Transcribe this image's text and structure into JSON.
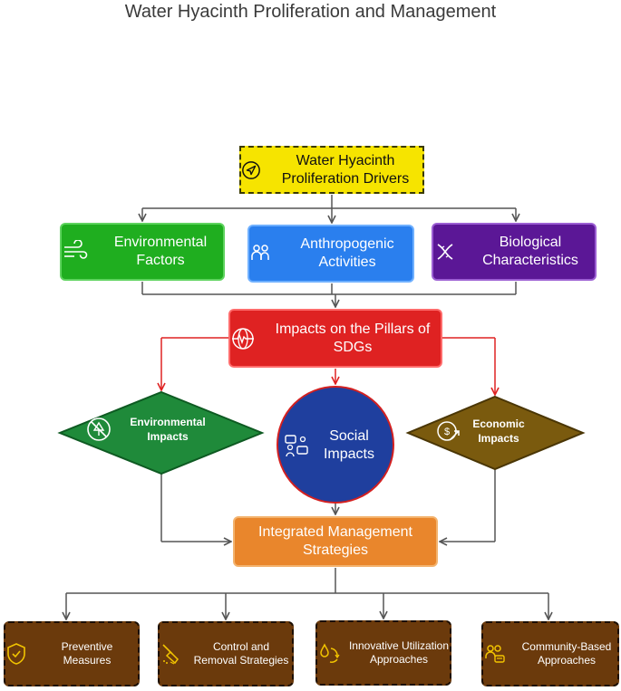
{
  "title": "Water Hyacinth Proliferation and Management",
  "root": {
    "label": "Water Hyacinth Proliferation Drivers",
    "icon": "compass-arrow-icon"
  },
  "drivers": [
    {
      "label": "Environmental Factors",
      "icon": "wind-icon",
      "color": "#1fae1f"
    },
    {
      "label": "Anthropogenic Activities",
      "icon": "people-icon",
      "color": "#2a7fee"
    },
    {
      "label": "Biological Characteristics",
      "icon": "dna-icon",
      "color": "#5b1796"
    }
  ],
  "impacts": {
    "label": "Impacts on the Pillars of SDGs",
    "icon": "globe-pulse-icon",
    "color": "#df2222"
  },
  "pillars": {
    "environmental": {
      "label": "Environmental Impacts",
      "icon": "no-tree-icon",
      "color": "#1f8a3a"
    },
    "social": {
      "label": "Social Impacts",
      "icon": "community-icon",
      "color": "#1f3f9e"
    },
    "economic": {
      "label": "Economic Impacts",
      "icon": "money-growth-icon",
      "color": "#7a5a0e"
    }
  },
  "strategies": {
    "label": "Integrated Management Strategies",
    "color": "#e9862c"
  },
  "leaves": [
    {
      "label": "Preventive Measures",
      "icon": "shield-check-icon"
    },
    {
      "label": "Control and Removal Strategies",
      "icon": "broom-icon"
    },
    {
      "label": "Innovative Utilization Approaches",
      "icon": "recycle-drop-icon"
    },
    {
      "label": "Community-Based Approaches",
      "icon": "people-chat-icon"
    }
  ],
  "colors": {
    "leaf": "#6b3a0c",
    "connector": "#555555",
    "red_connector": "#df2222"
  }
}
